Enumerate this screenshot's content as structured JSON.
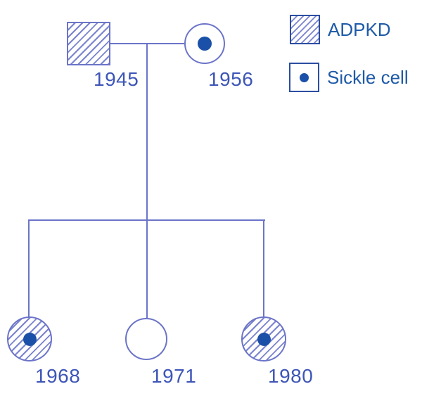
{
  "diagram": {
    "type": "family-pedigree",
    "parents": {
      "father": {
        "year": "1945",
        "symbol": "square",
        "hatched": true,
        "dot": false
      },
      "mother": {
        "year": "1956",
        "symbol": "circle",
        "hatched": false,
        "dot": true
      }
    },
    "children": [
      {
        "year": "1968",
        "symbol": "circle",
        "hatched": true,
        "dot": true
      },
      {
        "year": "1971",
        "symbol": "circle",
        "hatched": false,
        "dot": false
      },
      {
        "year": "1980",
        "symbol": "circle",
        "hatched": true,
        "dot": true
      }
    ]
  },
  "legend": {
    "items": [
      {
        "label": "ADPKD",
        "swatch": "hatched-square"
      },
      {
        "label": "Sickle cell",
        "swatch": "square-with-dot"
      }
    ]
  },
  "colors": {
    "symbol-stroke": "#6B74C8",
    "hatch": "#7A83CF",
    "dot-fill": "#1B50A8",
    "year-text": "#3D55B7",
    "legend-border": "#2B4EA2",
    "legend-text": "#1E5AA8",
    "background": "#FFFFFF"
  }
}
